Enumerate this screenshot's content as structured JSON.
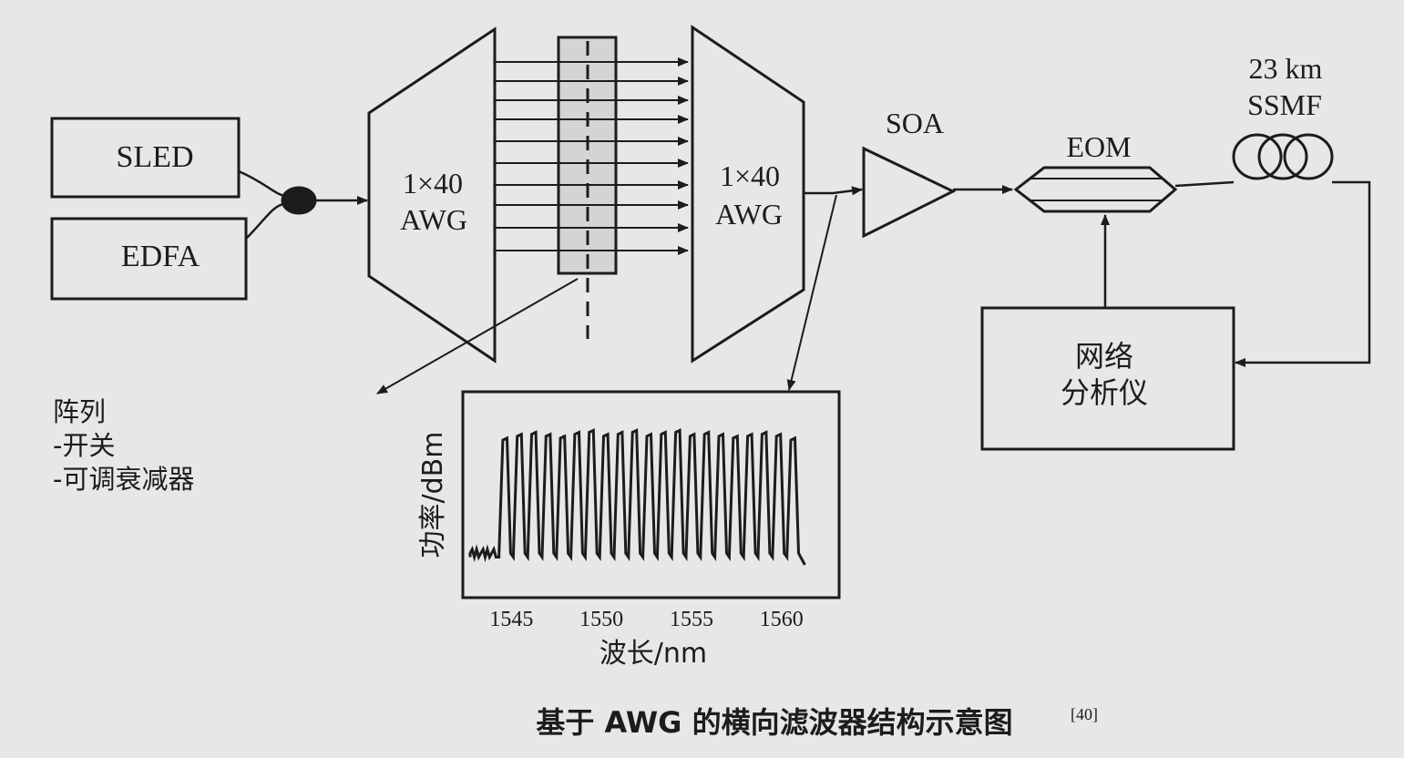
{
  "blocks": {
    "sled": "SLED",
    "edfa": "EDFA",
    "awg1_line1": "1×40",
    "awg1_line2": "AWG",
    "awg2_line1": "1×40",
    "awg2_line2": "AWG",
    "soa": "SOA",
    "eom": "EOM",
    "fiber_line1": "23 km",
    "fiber_line2": "SSMF",
    "analyzer_line1": "网络",
    "analyzer_line2": "分析仪"
  },
  "array_note": {
    "line1": "阵列",
    "line2": "-开关",
    "line3": "-可调衰减器"
  },
  "chart_data": {
    "type": "line",
    "ylabel": "功率/dBm",
    "xlabel": "波长/nm",
    "xticks": [
      "1545",
      "1550",
      "1555",
      "1560"
    ],
    "xtick_values": [
      1545,
      1550,
      1555,
      1560
    ],
    "xlim": [
      1542.5,
      1563
    ],
    "ylim": [
      0,
      1
    ],
    "description": "comb spectrum of sliced SLED/EDFA channels",
    "peaks_x": [
      1544.7,
      1545.5,
      1546.3,
      1547.1,
      1547.9,
      1548.7,
      1549.5,
      1550.3,
      1551.1,
      1551.9,
      1552.7,
      1553.5,
      1554.3,
      1555.1,
      1555.9,
      1556.7,
      1557.5,
      1558.3,
      1559.1,
      1559.9,
      1560.7
    ],
    "peaks_y": [
      0.78,
      0.8,
      0.81,
      0.8,
      0.79,
      0.81,
      0.82,
      0.8,
      0.81,
      0.82,
      0.8,
      0.81,
      0.82,
      0.8,
      0.81,
      0.8,
      0.79,
      0.8,
      0.81,
      0.8,
      0.78
    ]
  },
  "caption": {
    "text": "基于 AWG 的横向滤波器结构示意图",
    "ref": "[40]"
  }
}
